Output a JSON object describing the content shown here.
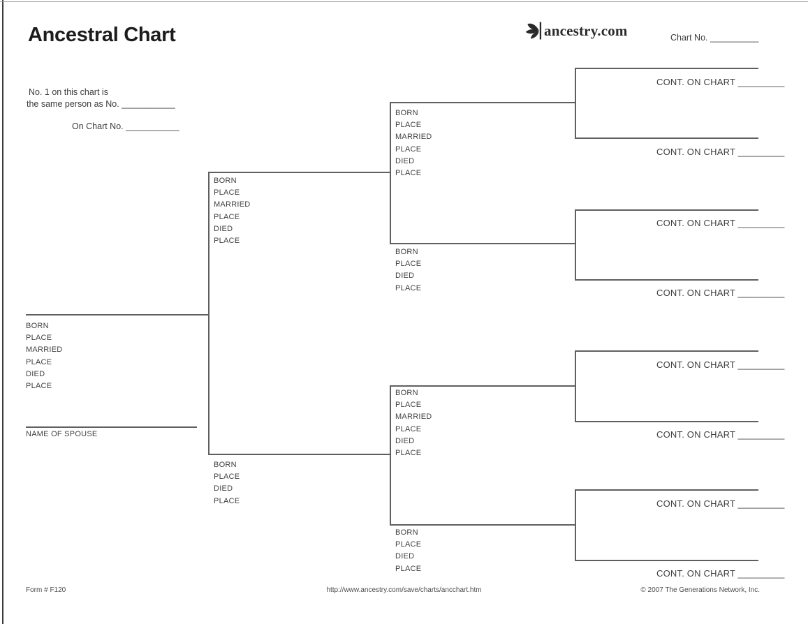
{
  "header": {
    "title": "Ancestral Chart",
    "brand": "ancestry.com",
    "chart_no": "Chart No. __________"
  },
  "intro": {
    "line1": "No. 1 on this chart is",
    "line2": "the same person as No. ___________",
    "line3": "On Chart No. ___________"
  },
  "chart": {
    "male_fields": [
      "BORN",
      "PLACE",
      "MARRIED",
      "PLACE",
      "DIED",
      "PLACE"
    ],
    "female_fields": [
      "BORN",
      "PLACE",
      "DIED",
      "PLACE"
    ],
    "spouse_label": "NAME OF SPOUSE",
    "cont_label": "CONT. ON CHART _________"
  },
  "footer": {
    "form_number": "Form # F120",
    "url": "http://www.ancestry.com/save/charts/ancchart.htm",
    "copyright": "© 2007 The Generations Network, Inc."
  }
}
